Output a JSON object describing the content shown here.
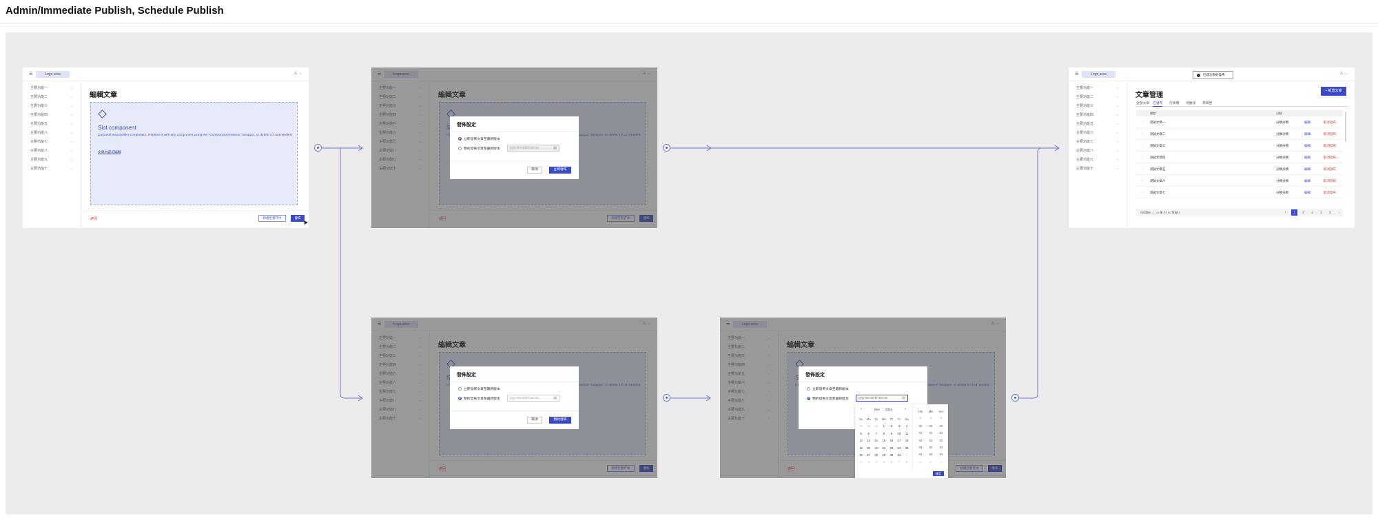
{
  "page": {
    "title": "Admin/Immediate Publish, Schedule Publish"
  },
  "common": {
    "logo": "Logo area",
    "hamburger_icon": "☰",
    "user_icon": "♙ ⌵",
    "chevron": "⌵",
    "sidebar_items": [
      "主要功能一",
      "主要功能二",
      "主要功能三",
      "主要功能四",
      "主要功能五",
      "主要功能六",
      "主要功能七",
      "主要功能八",
      "主要功能九",
      "主要功能十"
    ]
  },
  "edit": {
    "heading": "編輯文章",
    "slot_title": "Slot component",
    "slot_desc": "Carousel placeholder component. Replace it with any component using the \"Component instance\" swapper, or delete it if not needed.",
    "slot_link": "文章內容可編輯",
    "back": "返回",
    "save_button": "新增至暫存中",
    "publish_button": "發佈"
  },
  "modal": {
    "title": "發佈設定",
    "option_now": "立即發佈文章至最新版本",
    "option_schedule": "預約發佈文章至最新版本",
    "date_placeholder": "yyyy-mm-dd hh:mm:ss",
    "calendar_icon": "▤",
    "cancel": "取消",
    "publish_now": "立即發佈",
    "publish_schedule": "預約發佈"
  },
  "picker": {
    "prev": "‹",
    "next": "›",
    "month": "Dec",
    "year": "2021",
    "weekdays": [
      "Su",
      "Mo",
      "Tu",
      "We",
      "Th",
      "Fr",
      "Sa"
    ],
    "days": [
      [
        "28",
        "29",
        "30",
        "1",
        "2",
        "3",
        "4"
      ],
      [
        "5",
        "6",
        "7",
        "8",
        "9",
        "10",
        "11"
      ],
      [
        "12",
        "13",
        "14",
        "15",
        "16",
        "17",
        "18"
      ],
      [
        "19",
        "20",
        "21",
        "22",
        "23",
        "24",
        "25"
      ],
      [
        "26",
        "27",
        "28",
        "29",
        "30",
        "31",
        "1"
      ],
      [
        "2",
        "3",
        "4",
        "5",
        "6",
        "7",
        "8"
      ]
    ],
    "time_headers": [
      "Hrs",
      "Min",
      "Sec"
    ],
    "time_values": [
      "^",
      "00",
      "01",
      "02",
      "03",
      "04",
      "⌵"
    ],
    "ok": "確定"
  },
  "list": {
    "toast": "已成功預約發佈",
    "heading": "文章管理",
    "new_button": "+ 新增文章",
    "tabs": [
      "全部文章",
      "已發布",
      "行事曆",
      "待審核",
      "草稿匣"
    ],
    "col_title": "標題",
    "col_category": "分類",
    "rows": [
      {
        "title": "測試文章一",
        "category": "分類分類",
        "edit": "編輯",
        "cancel": "取消發布"
      },
      {
        "title": "測試文章二",
        "category": "分類分類",
        "edit": "編輯",
        "cancel": "取消發布"
      },
      {
        "title": "測試文章三",
        "category": "分類分類",
        "edit": "編輯",
        "cancel": "取消發布"
      },
      {
        "title": "測試文章四",
        "category": "分類分類",
        "edit": "編輯",
        "cancel": "取消發布"
      },
      {
        "title": "測試文章五",
        "category": "分類分類",
        "edit": "編輯",
        "cancel": "取消發布"
      },
      {
        "title": "測試文章六",
        "category": "分類分類",
        "edit": "編輯",
        "cancel": "取消發布"
      },
      {
        "title": "測試文章七",
        "category": "分類分類",
        "edit": "編輯",
        "cancel": "取消發布"
      }
    ],
    "pager_info": "目前顯示 1 - 10 筆, 共 50 筆資料",
    "pages": [
      "‹",
      "1",
      "2",
      "3",
      "4",
      "5",
      "›"
    ],
    "current_page": "1"
  },
  "colors": {
    "accent": "#3b4bc8",
    "danger": "#d23b3b",
    "slot_bg": "#e7eafb",
    "canvas": "#ececec"
  }
}
